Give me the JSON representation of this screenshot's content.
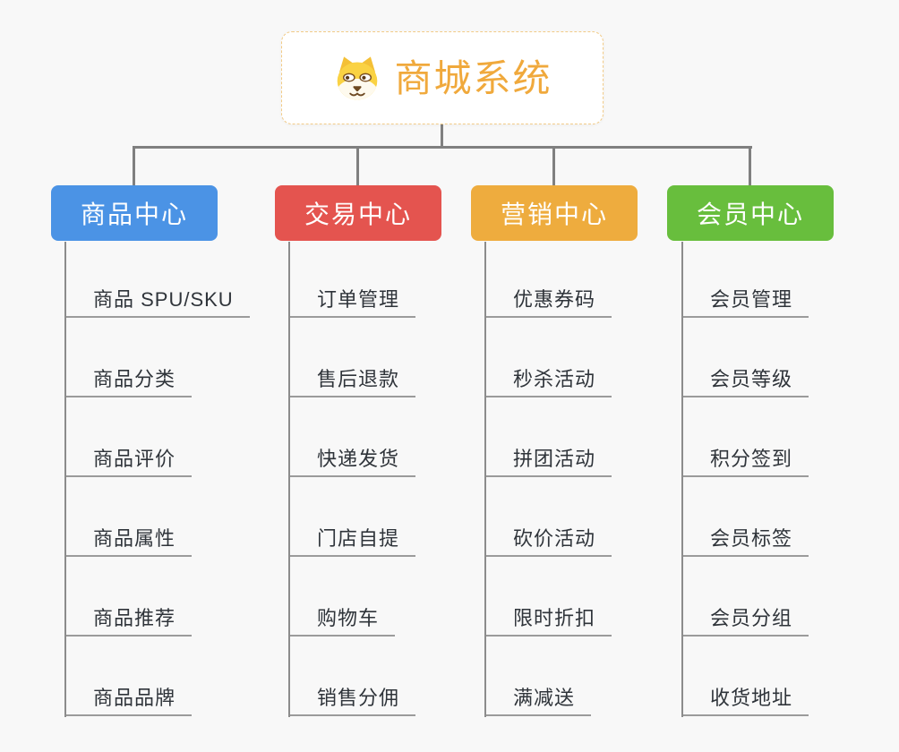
{
  "root": {
    "title": "商城系统",
    "icon": "dog-icon",
    "accent_color": "#F0A93C",
    "border_color": "#F2CB87"
  },
  "connector_color": "#808080",
  "background_color": "#F8F8F8",
  "branches": [
    {
      "label": "商品中心",
      "color": "#4B93E5",
      "items": [
        "商品 SPU/SKU",
        "商品分类",
        "商品评价",
        "商品属性",
        "商品推荐",
        "商品品牌"
      ]
    },
    {
      "label": "交易中心",
      "color": "#E4544F",
      "items": [
        "订单管理",
        "售后退款",
        "快递发货",
        "门店自提",
        "购物车",
        "销售分佣"
      ]
    },
    {
      "label": "营销中心",
      "color": "#EEAC3E",
      "items": [
        "优惠券码",
        "秒杀活动",
        "拼团活动",
        "砍价活动",
        "限时折扣",
        "满减送"
      ]
    },
    {
      "label": "会员中心",
      "color": "#68BE3D",
      "items": [
        "会员管理",
        "会员等级",
        "积分签到",
        "会员标签",
        "会员分组",
        "收货地址"
      ]
    }
  ]
}
